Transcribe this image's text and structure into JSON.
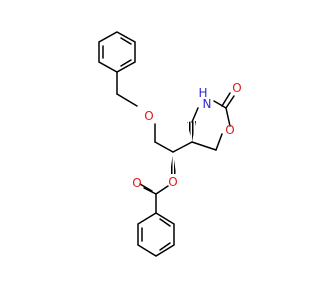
{
  "molecule": {
    "atoms": [
      {
        "id": "o_ether",
        "symbol": "O",
        "element": "O"
      },
      {
        "id": "n_ring",
        "symbol": "N",
        "element": "N"
      },
      {
        "id": "h_nh",
        "symbol": "H",
        "element": "H"
      },
      {
        "id": "o_carbonyl_ring",
        "symbol": "O",
        "element": "O"
      },
      {
        "id": "o_ring",
        "symbol": "O",
        "element": "O"
      },
      {
        "id": "o_ester",
        "symbol": "O",
        "element": "O"
      },
      {
        "id": "o_carbonyl_ester",
        "symbol": "O",
        "element": "O"
      }
    ],
    "colors": {
      "bond": "#000000",
      "N": "#2a2ad6",
      "O": "#e01a1a",
      "background": "#ffffff"
    }
  }
}
